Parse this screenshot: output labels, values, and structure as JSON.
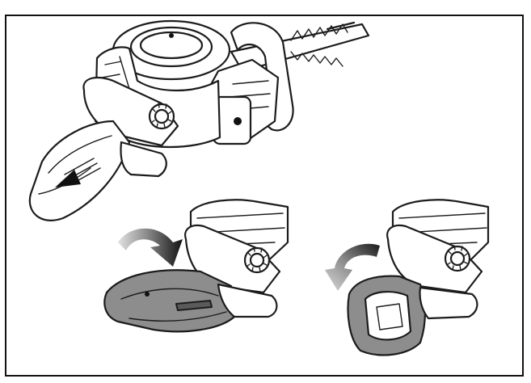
{
  "caption": {
    "text": "",
    "partial": true
  },
  "figure": {
    "panels": [
      "main-view",
      "cover-attach-step-1",
      "cover-attach-step-2"
    ],
    "colors": {
      "line": "#1c1c1c",
      "fill_cover": "#8d8d8d",
      "fill_white": "#ffffff",
      "arrow_gradient_start": "#dcdcdc",
      "arrow_gradient_end": "#111111"
    },
    "icons": [
      "curved-arrow-icon",
      "straight-arrow-icon"
    ]
  }
}
